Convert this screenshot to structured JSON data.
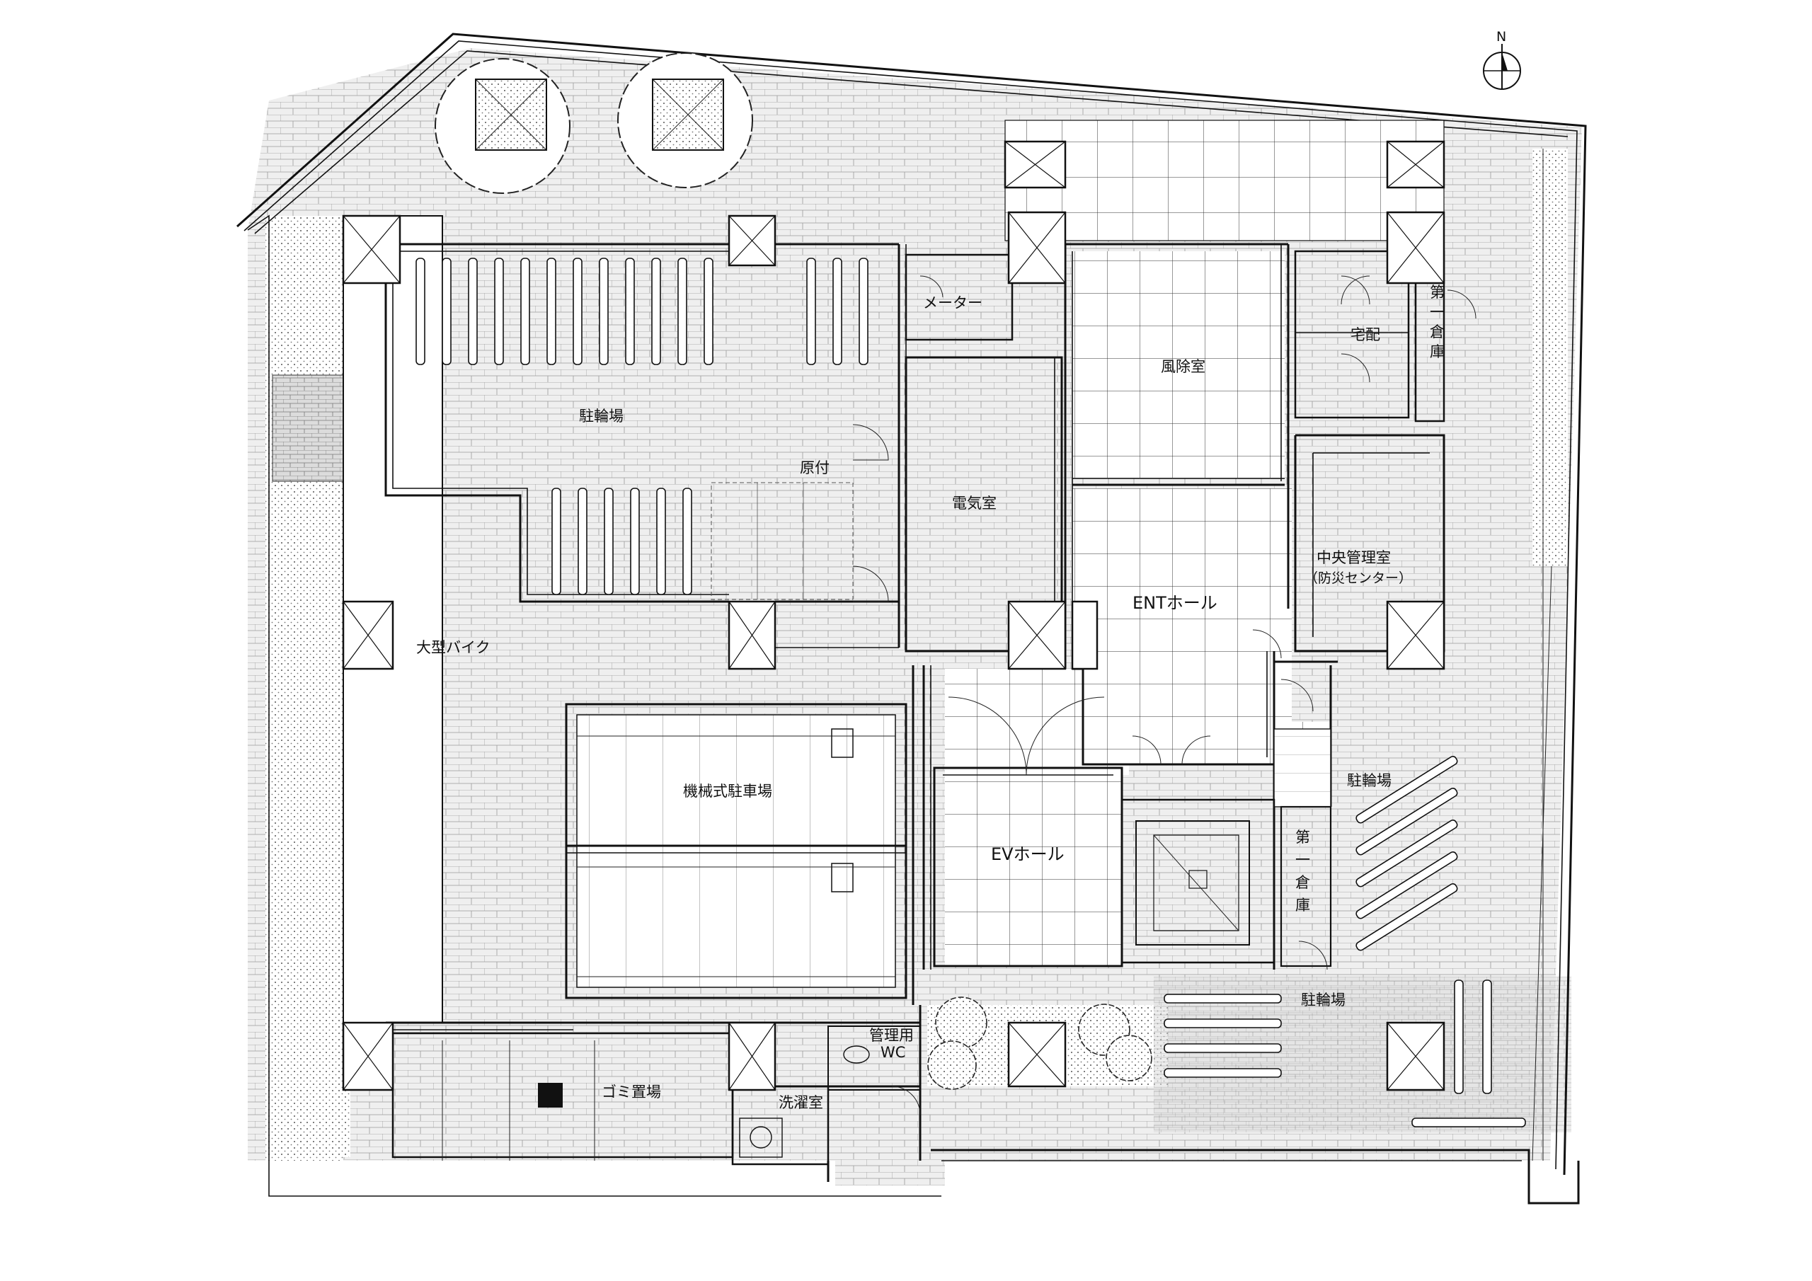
{
  "compass": {
    "north_label": "N"
  },
  "rooms": {
    "bicycle_parking_main": "駐輪場",
    "moped": "原付",
    "electrical_room": "電気室",
    "wind_lobby": "風除室",
    "delivery": "宅配",
    "storage_1_top": "第一倉庫",
    "central_management": "中央管理室",
    "disaster_center": "（防災センター）",
    "meter": "メーター",
    "ent_hall": "ENTホール",
    "large_motorcycle": "大型バイク",
    "mechanical_parking": "機械式駐車場",
    "ev_hall": "EVホール",
    "bicycle_parking_east": "駐輪場",
    "storage_1_side": "第一倉庫",
    "bicycle_parking_south": "駐輪場",
    "management_wc": "管理用WC",
    "laundry_room": "洗濯室",
    "garbage_room": "ゴミ置場"
  },
  "colors": {
    "line": "#111111",
    "background": "#ffffff",
    "paving": "#d9d9d9"
  }
}
